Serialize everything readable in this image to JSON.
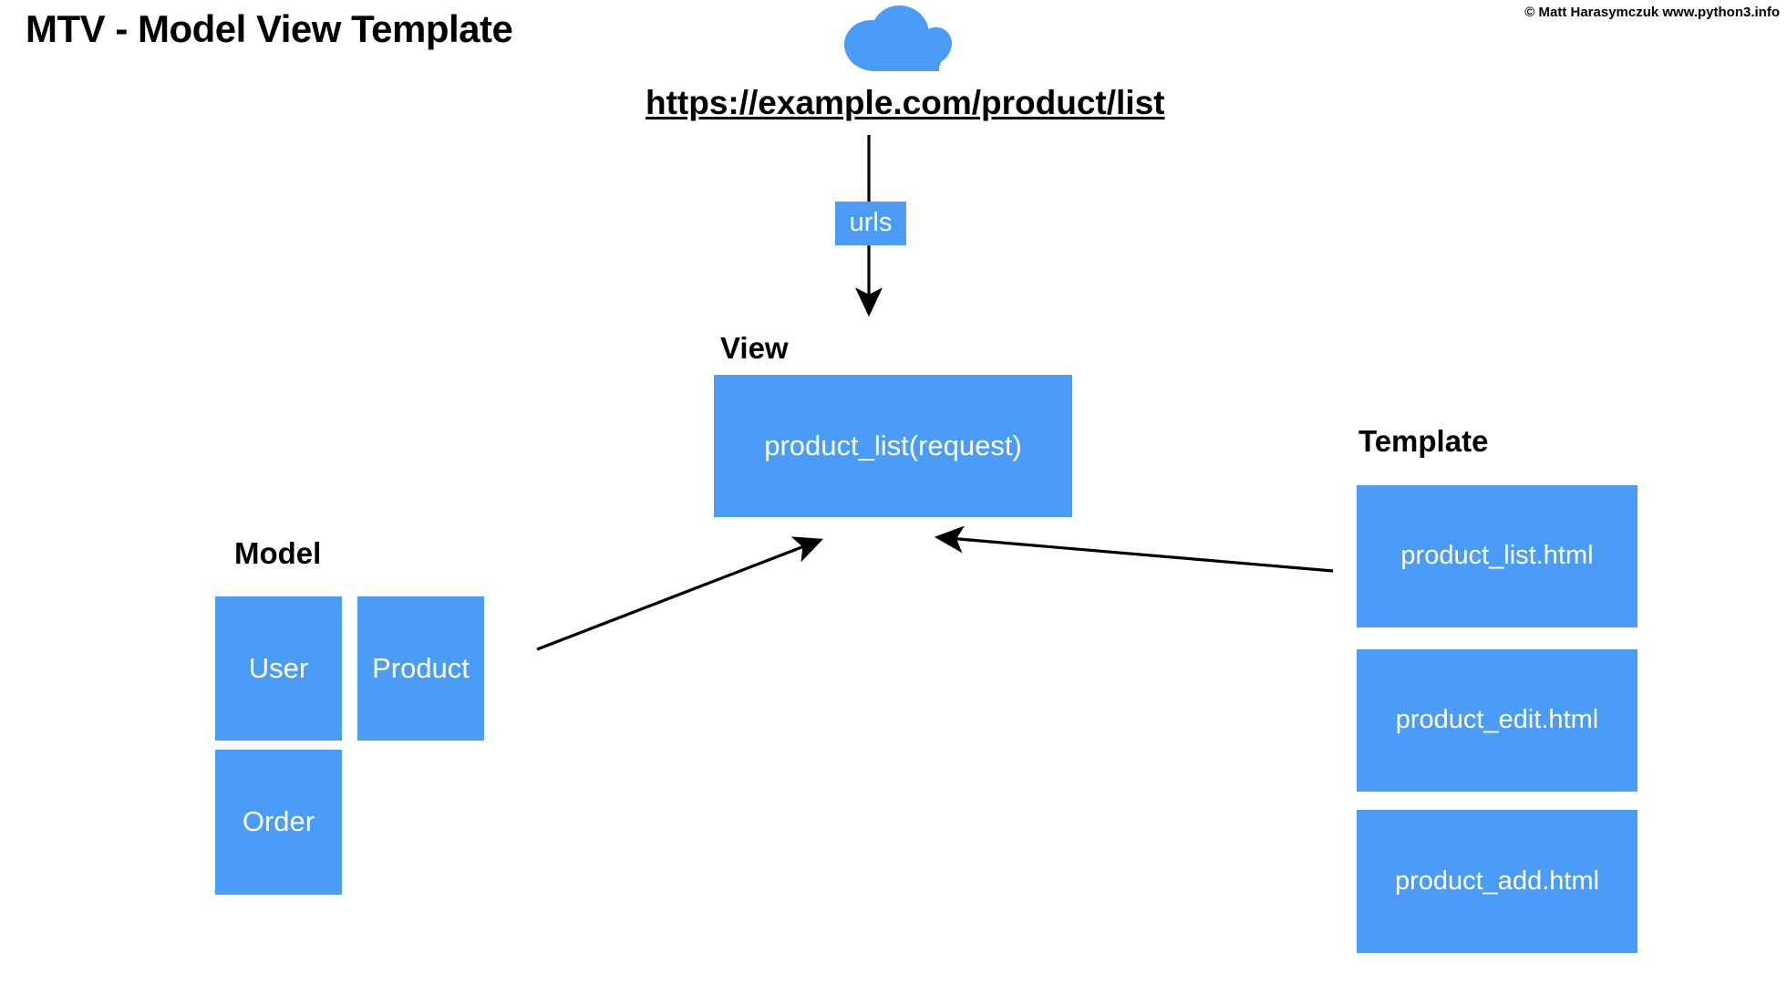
{
  "slide": {
    "title": "MTV - Model View Template",
    "copyright": "© Matt Harasymczuk www.python3.info",
    "accent_color": "#4a9cf6",
    "text_color": "#ffffff",
    "background_color": "#ffffff",
    "arrow_color": "#000000"
  },
  "cloud": {
    "icon": "cloud-icon",
    "color": "#4a9cf6"
  },
  "url": {
    "label": "https://example.com/product/list"
  },
  "urls_router": {
    "label": "urls"
  },
  "view": {
    "heading": "View",
    "boxes": [
      {
        "label": "product_list(request)",
        "name": "view-product-list"
      }
    ]
  },
  "model": {
    "heading": "Model",
    "boxes": [
      {
        "label": "User",
        "name": "model-user"
      },
      {
        "label": "Product",
        "name": "model-product"
      },
      {
        "label": "Order",
        "name": "model-order"
      }
    ]
  },
  "template": {
    "heading": "Template",
    "boxes": [
      {
        "label": "product_list.html",
        "name": "template-product-list"
      },
      {
        "label": "product_edit.html",
        "name": "template-product-edit"
      },
      {
        "label": "product_add.html",
        "name": "template-product-add"
      }
    ]
  },
  "arrows": [
    {
      "name": "arrow-url-to-view",
      "from": "cloud-url",
      "to": "view",
      "direction": "down"
    },
    {
      "name": "arrow-model-to-view",
      "from": "model",
      "to": "view",
      "direction": "up-right"
    },
    {
      "name": "arrow-template-to-view",
      "from": "template",
      "to": "view",
      "direction": "left"
    }
  ]
}
